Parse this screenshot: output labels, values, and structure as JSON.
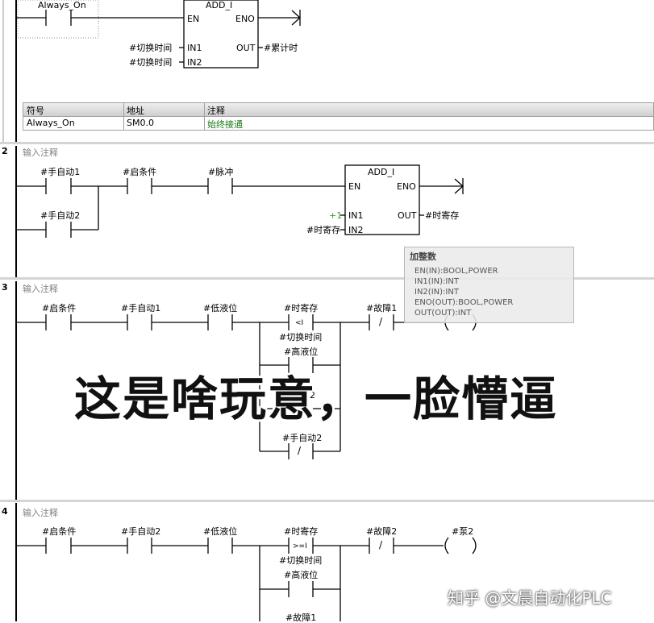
{
  "colors": {
    "rail": "#000000",
    "comment_green": "#1a7a1a",
    "plus_green": "#3a9a3a",
    "gray_text": "#808080"
  },
  "network1": {
    "contact": "Always_On",
    "block": {
      "title": "ADD_I",
      "en": "EN",
      "eno": "ENO",
      "in1": "IN1",
      "in2": "IN2",
      "out": "OUT"
    },
    "in1_param": "#切换时间",
    "in2_param": "#切换时间",
    "out_param": "#累计时"
  },
  "symbol_table": {
    "headers": [
      "符号",
      "地址",
      "注释"
    ],
    "rows": [
      {
        "symbol": "Always_On",
        "address": "SM0.0",
        "comment": "始终接通"
      }
    ]
  },
  "network2": {
    "number": "2",
    "comment": "输入注释",
    "contacts": [
      "#手自动1",
      "#启条件",
      "#脉冲",
      "#手自动2"
    ],
    "block": {
      "title": "ADD_I",
      "en": "EN",
      "eno": "ENO",
      "in1": "IN1",
      "in2": "IN2",
      "out": "OUT"
    },
    "in1_param": "+1",
    "in2_param": "#时寄存",
    "out_param": "#时寄存"
  },
  "tooltip": {
    "title": "加整数",
    "lines": [
      "EN(IN):BOOL,POWER",
      "IN1(IN):INT",
      "IN2(IN):INT",
      "ENO(OUT):BOOL,POWER",
      "OUT(OUT):INT"
    ]
  },
  "network3": {
    "number": "3",
    "comment": "输入注释",
    "contacts": [
      "#启条件",
      "#手自动1",
      "#低液位",
      "#时寄存",
      "#故障1"
    ],
    "cmp_op": "<I",
    "cmp_operand": "#切换时间",
    "branch_contacts": [
      "#高液位",
      "#手自动2"
    ],
    "obscured_fragment": "2",
    "nc_mark": "/"
  },
  "network4": {
    "number": "4",
    "comment": "输入注释",
    "contacts": [
      "#启条件",
      "#手自动2",
      "#低液位",
      "#时寄存",
      "#故障2"
    ],
    "cmp_op": ">=I",
    "cmp_operand": "#切换时间",
    "branch_contacts": [
      "#高液位",
      "#故障1"
    ],
    "coil": "#泵2",
    "nc_mark": "/"
  },
  "caption": "这是啥玩意，一脸懵逼",
  "watermark": "知乎 @文晨自动化PLC"
}
